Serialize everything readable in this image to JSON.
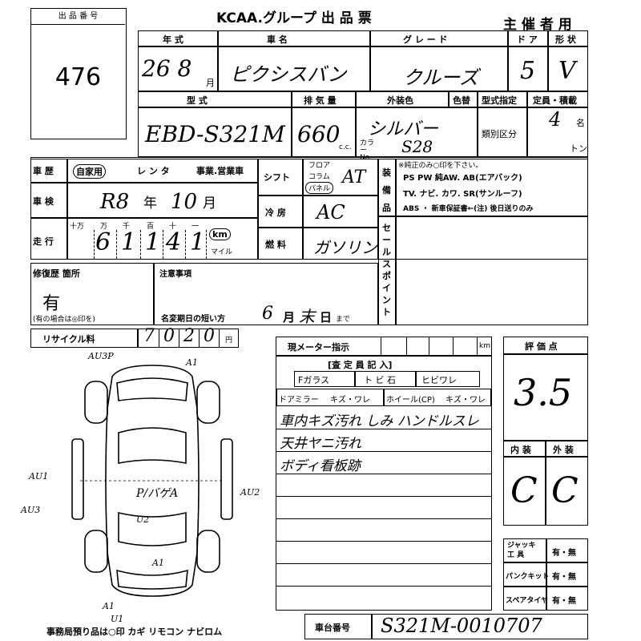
{
  "header": {
    "lot_label": "出 品 番 号",
    "lot_number": "476",
    "title": "KCAA.グループ 出 品 票",
    "organizer": "主 催 者 用"
  },
  "row1": {
    "year_label": "年 式",
    "model_label": "車 名",
    "grade_label": "グ レ ー ド",
    "door_label": "ド ア",
    "shape_label": "形 状",
    "year_value": "26 8",
    "month_unit": "月",
    "model_value": "ピクシスバン",
    "grade_value": "クルーズ",
    "door_value": "5",
    "shape_value": "V"
  },
  "row2": {
    "type_label": "型 式",
    "cc_label": "排 気 量",
    "color_label": "外装色",
    "color2_label": "色替",
    "type_spec_label": "型式指定",
    "capacity_label": "定員・積載",
    "class_label": "類別区分",
    "type_value": "EBD-S321M",
    "cc_value": "660",
    "cc_unit": "c.c.",
    "color_value": "シルバー",
    "color_no_label": "カラーNo.",
    "color_no_value": "S28",
    "capacity_value": "4",
    "capacity_unit": "名",
    "ton_unit": "トン"
  },
  "history": {
    "label": "車 歴",
    "own": "自家用",
    "rental": "レ ン タ",
    "business": "事業.営業車"
  },
  "shift": {
    "label": "シフト",
    "floor": "フロア",
    "column": "コラム",
    "panel": "パネル",
    "value": "AT"
  },
  "inspection": {
    "label": "車 検",
    "value": "R8",
    "year_unit": "年",
    "month_value": "10",
    "month_unit": "月"
  },
  "ac": {
    "label": "冷 房",
    "value": "AC"
  },
  "mileage": {
    "label": "走 行",
    "units": [
      "十万",
      "万",
      "千",
      "百",
      "十",
      "一"
    ],
    "digits": [
      "6",
      "1",
      "1",
      "4",
      "1"
    ],
    "km": "km",
    "mile": "マイル"
  },
  "fuel": {
    "label": "燃 料",
    "value": "ガソリン"
  },
  "equipment": {
    "label": "装備品",
    "note": "※純正のみ○印を下さい。",
    "line1": "PS PW 純AW. AB(エアバック)",
    "line2": "TV. ナビ. カワ. SR(サンルーフ)",
    "line3": "ABS ・ 新車保証書←(注) 後日送りのみ"
  },
  "sale_point": {
    "label": "セールスポイント"
  },
  "repair": {
    "label": "修復歴 箇所",
    "value": "有",
    "note": "(有の場合は◎印を)"
  },
  "notes": {
    "label": "注意事項",
    "deadline_label": "名変期日の短い方",
    "deadline_value": "6",
    "deadline_month": "月",
    "deadline_end": "末",
    "deadline_day": "日",
    "deadline_suffix": "まで"
  },
  "recycle": {
    "label": "リサイクル料",
    "digits": [
      "7",
      "0",
      "2",
      "0"
    ],
    "unit": "円"
  },
  "meter": {
    "label": "現メーター指示",
    "unit": "km"
  },
  "inspector": {
    "title": "[査 定 員 記 入]",
    "glass": "Fガラス",
    "hibi_ishi": "ト ビ 石",
    "hibi_ware": "ヒビワレ",
    "door_mirror": "ドアミラー",
    "mirror_state": "キズ・ワレ",
    "wheel": "ホイール(CP)",
    "wheel_state": "キズ・ワレ",
    "comments": [
      "車内キズ汚れ しみ ハンドルスレ",
      "天井ヤニ汚れ",
      "ボディ看板跡"
    ]
  },
  "score": {
    "label": "評 価 点",
    "value": "3.5",
    "interior_label": "内 装",
    "exterior_label": "外 装",
    "interior_value": "C",
    "exterior_value": "C"
  },
  "tools": {
    "jack_label": "ジャッキ 工 具",
    "puncture_label": "パンクキット",
    "spare_label": "スペアタイヤ",
    "choice": "有・無"
  },
  "diagram": {
    "marks": [
      "AU3P",
      "A1",
      "AU1",
      "AU3",
      "AU2",
      "U2",
      "A1",
      "A1",
      "U1"
    ],
    "center": "P/バゲA"
  },
  "office": {
    "text": "事務局預り品は○印 カギ リモコン ナビロム"
  },
  "chassis": {
    "label": "車台番号",
    "value": "S321M-0010707"
  }
}
